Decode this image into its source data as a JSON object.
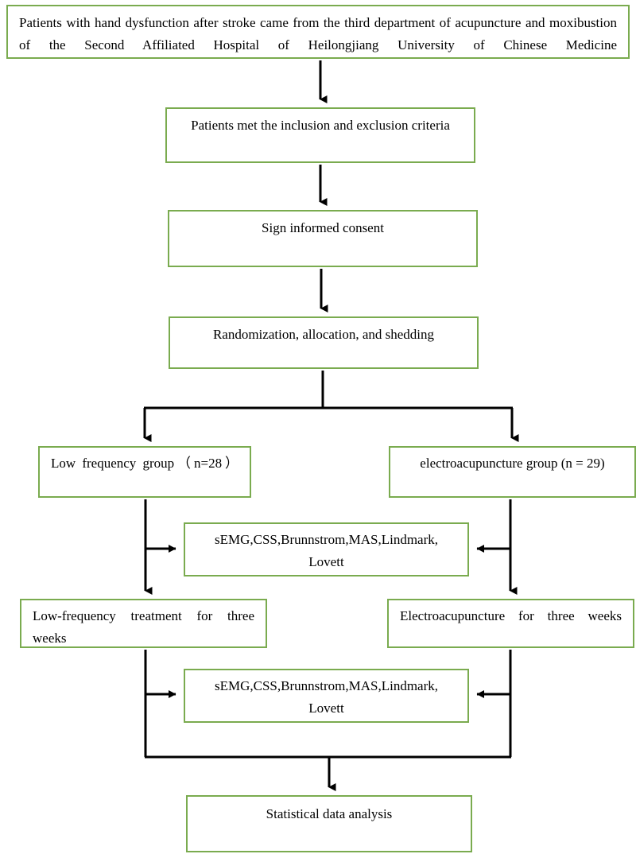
{
  "figure": {
    "type": "flowchart",
    "orientation": "top-to-bottom",
    "box_border_color": "#7aab4f",
    "connector_color": "#000000",
    "background_color": "#ffffff"
  },
  "nodes": {
    "source": "Patients with hand dysfunction after stroke came from the third department of acupuncture and moxibustion of the Second Affiliated Hospital of Heilongjiang University of Chinese Medicine",
    "criteria": "Patients met the inclusion and exclusion criteria",
    "consent": "Sign informed consent",
    "randomization": "Randomization, allocation, and shedding",
    "low_frequency_group": "Low frequency group（n=28）",
    "electroacupuncture_group": "electroacupuncture group (n = 29)",
    "assessment_baseline": "sEMG,CSS,Brunnstrom,MAS,Lindmark, Lovett",
    "low_frequency_treatment": "Low-frequency treatment for three weeks",
    "electroacupuncture_treatment": "Electroacupuncture for three weeks",
    "assessment_post": "sEMG,CSS,Brunnstrom,MAS,Lindmark, Lovett",
    "statistical_analysis": "Statistical data analysis"
  },
  "groups": {
    "low_frequency_n": 28,
    "electroacupuncture_n": 29,
    "treatment_duration": "three weeks"
  },
  "outcome_measures": [
    "sEMG",
    "CSS",
    "Brunnstrom",
    "MAS",
    "Lindmark",
    "Lovett"
  ],
  "edges": [
    {
      "from": "source",
      "to": "criteria",
      "arrow": "down"
    },
    {
      "from": "criteria",
      "to": "consent",
      "arrow": "down"
    },
    {
      "from": "consent",
      "to": "randomization",
      "arrow": "down"
    },
    {
      "from": "randomization",
      "to": "low_frequency_group",
      "arrow": "down-split-left"
    },
    {
      "from": "randomization",
      "to": "electroacupuncture_group",
      "arrow": "down-split-right"
    },
    {
      "from": "low_frequency_group",
      "to": "assessment_baseline",
      "arrow": "right"
    },
    {
      "from": "electroacupuncture_group",
      "to": "assessment_baseline",
      "arrow": "left"
    },
    {
      "from": "low_frequency_group",
      "to": "low_frequency_treatment",
      "arrow": "down"
    },
    {
      "from": "electroacupuncture_group",
      "to": "electroacupuncture_treatment",
      "arrow": "down"
    },
    {
      "from": "low_frequency_treatment",
      "to": "assessment_post",
      "arrow": "right"
    },
    {
      "from": "electroacupuncture_treatment",
      "to": "assessment_post",
      "arrow": "left"
    },
    {
      "from": "low_frequency_treatment",
      "to": "statistical_analysis",
      "arrow": "merge-down"
    },
    {
      "from": "electroacupuncture_treatment",
      "to": "statistical_analysis",
      "arrow": "merge-down"
    }
  ]
}
